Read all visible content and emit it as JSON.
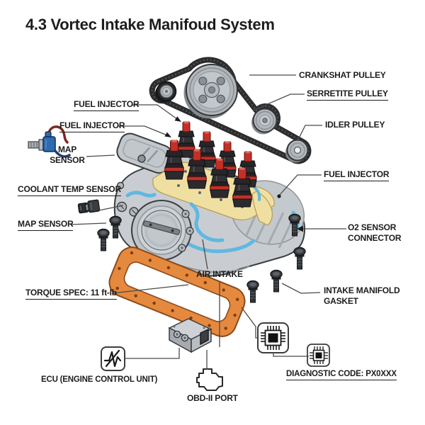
{
  "title": "4.3 Vortec Intake Manifoud System",
  "labels": {
    "crankshaft_pulley": "CRANKSHAT PULLEY",
    "serpentine_pulley": "SERRETITE PULLEY",
    "idler_pulley": "IDLER PULLEY",
    "fuel_injector_top": "FUEL INJECTOR",
    "fuel_injector_mid": "FUEL INJECTOR",
    "fuel_injector_right": "FUEL INJECTOR",
    "map_sensor_top_line1": "MAP",
    "map_sensor_top_line2": "SENSOR",
    "coolant_temp_sensor": "COOLANT TEMP SENSOR",
    "map_sensor_bottom": "MAP SENSOR",
    "torque_spec": "TORQUE SPEC: 11 ft-lb",
    "air_intake": "AIR INTAKE",
    "o2_sensor_line1": "O2 SENSOR",
    "o2_sensor_line2": "CONNECTOR",
    "intake_gasket_line1": "INTAKE MANIFOLD",
    "intake_gasket_line2": "GASKET",
    "ecu": "ECU (ENGINE CONTROL UNIT)",
    "obd_port": "OBD-II PORT",
    "diagnostic_code": "DIAGNOSTIC CODE: PX0XXX"
  },
  "icons": {
    "ecu": "pulse-icon",
    "microchip_large": "chip-icon",
    "microchip_small": "chip-icon",
    "obd": "engine-outline-icon",
    "map_sensor": "map-sensor-icon",
    "coolant_sensor": "coolant-sensor-icon"
  },
  "colors": {
    "text": "#1d1d1d",
    "leader": "#4a4a4a",
    "engine-gray": "#c9cdd1",
    "engine-outline": "#3a3d40",
    "deck-yellow": "#efe0a2",
    "coolant-blue": "#5fb8e2",
    "gasket-orange": "#e5893f",
    "gasket-outline": "#8a4a1a",
    "injector-red": "#c23027",
    "belt-dark": "#2c2c2c",
    "sensor-blue": "#2e6bb0"
  }
}
